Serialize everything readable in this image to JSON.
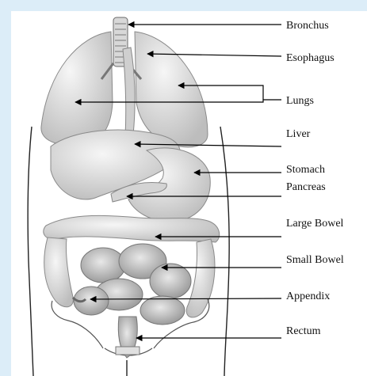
{
  "diagram": {
    "labels": [
      {
        "id": "bronchus",
        "text": "Bronchus"
      },
      {
        "id": "esophagus",
        "text": "Esophagus"
      },
      {
        "id": "lungs",
        "text": "Lungs"
      },
      {
        "id": "liver",
        "text": "Liver"
      },
      {
        "id": "stomach",
        "text": "Stomach"
      },
      {
        "id": "pancreas",
        "text": "Pancreas"
      },
      {
        "id": "large-bowel",
        "text": "Large Bowel"
      },
      {
        "id": "small-bowel",
        "text": "Small Bowel"
      },
      {
        "id": "appendix",
        "text": "Appendix"
      },
      {
        "id": "rectum",
        "text": "Rectum"
      }
    ],
    "colors": {
      "background": "#dcedf8",
      "panel": "#ffffff",
      "organ_fill": "#e6e6e6",
      "organ_stroke": "#8a8a8a",
      "line": "#000000"
    }
  }
}
